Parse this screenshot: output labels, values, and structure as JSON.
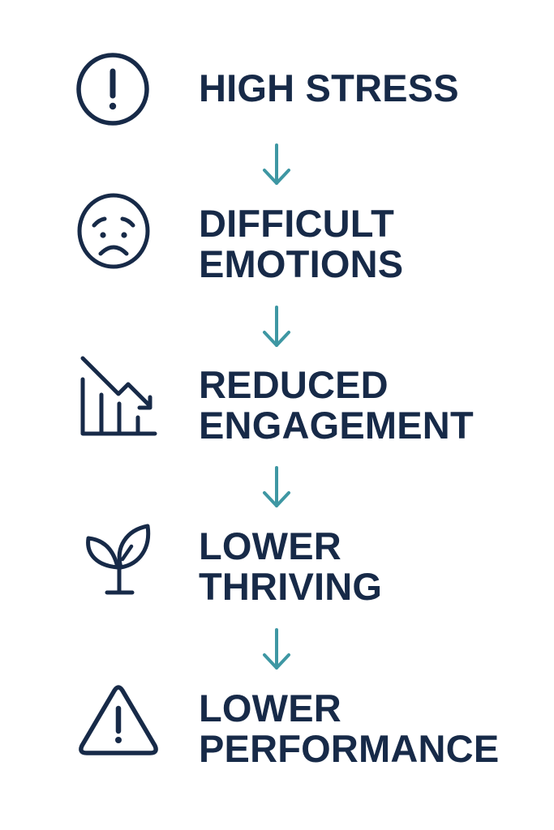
{
  "colors": {
    "text": "#172A48",
    "icon_stroke": "#172A48",
    "arrow": "#3E97A3",
    "background": "#FFFFFF"
  },
  "steps": [
    {
      "icon": "exclamation-circle-icon",
      "lines": [
        "HIGH STRESS"
      ]
    },
    {
      "icon": "worried-face-icon",
      "lines": [
        "DIFFICULT",
        "EMOTIONS"
      ]
    },
    {
      "icon": "declining-chart-icon",
      "lines": [
        "REDUCED",
        "ENGAGEMENT"
      ]
    },
    {
      "icon": "sprout-icon",
      "lines": [
        "LOWER",
        "THRIVING"
      ]
    },
    {
      "icon": "warning-triangle-icon",
      "lines": [
        "LOWER",
        "PERFORMANCE"
      ]
    }
  ],
  "connectors": [
    {
      "icon": "arrow-down-icon"
    },
    {
      "icon": "arrow-down-icon"
    },
    {
      "icon": "arrow-down-icon"
    },
    {
      "icon": "arrow-down-icon"
    }
  ]
}
